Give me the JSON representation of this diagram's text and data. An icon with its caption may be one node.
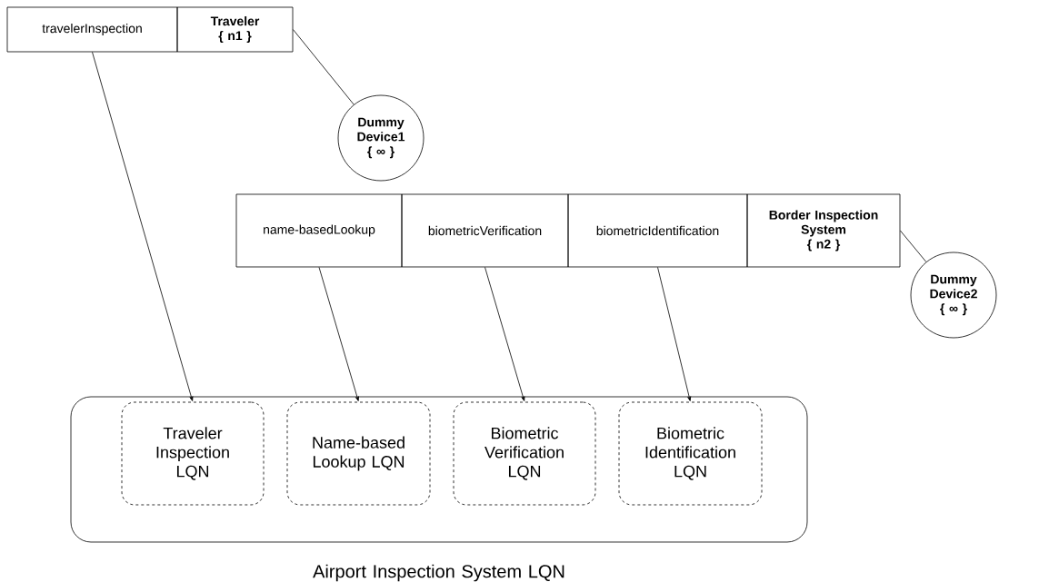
{
  "diagram": {
    "nodes": [
      {
        "text": [
          "travelerInspection"
        ]
      },
      {
        "text": [
          "Traveler",
          "{ n1 }"
        ]
      },
      {
        "text": [
          "Dummy Device1",
          "{ ∞ }"
        ]
      },
      {
        "text": [
          "name-basedLookup"
        ]
      },
      {
        "text": [
          "biometricVerification"
        ]
      },
      {
        "text": [
          "biometricIdentification"
        ]
      },
      {
        "text": [
          "Border Inspection System",
          "{ n2 }"
        ]
      },
      {
        "text": [
          "Dummy Device2",
          "{ ∞ }"
        ]
      },
      {
        "text": [
          "Airport Inspection System LQN"
        ]
      },
      {
        "text": [
          "Traveler Inspection LQN"
        ],
        "in": 8
      },
      {
        "text": [
          "Name-based Lookup LQN"
        ],
        "in": 8
      },
      {
        "text": [
          "Biometric Verification LQN"
        ],
        "in": 8
      },
      {
        "text": [
          "Biometric Identification LQN"
        ],
        "in": 8
      }
    ],
    "edges": [
      {
        "from": 1,
        "to": 2,
        "arrow": "none"
      },
      {
        "from": 6,
        "to": 7,
        "arrow": "none"
      },
      {
        "from": 0,
        "to": 9,
        "arrow": "to"
      },
      {
        "from": 3,
        "to": 10,
        "arrow": "to"
      },
      {
        "from": 4,
        "to": 11,
        "arrow": "to"
      },
      {
        "from": 5,
        "to": 12,
        "arrow": "to"
      }
    ]
  }
}
